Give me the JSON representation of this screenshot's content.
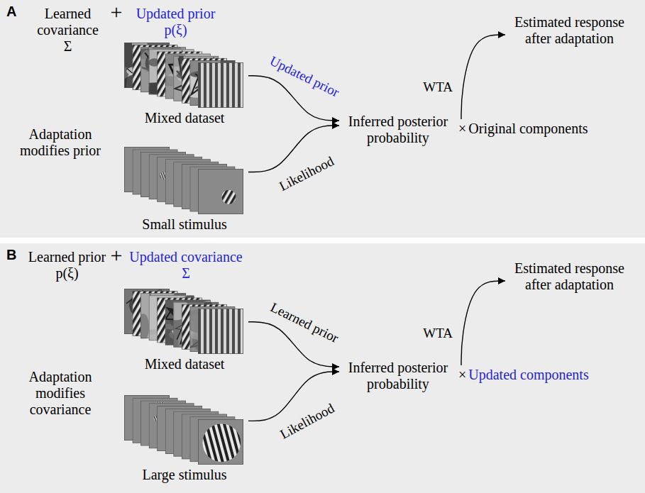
{
  "diagram": {
    "nodes": [
      {
        "text": [
          "A"
        ]
      },
      {
        "text": [
          "Mixed dataset"
        ],
        "in": 0
      },
      {
        "text": [
          "Small stimulus"
        ],
        "in": 0
      },
      {
        "text": [
          "Inferred posterior probability"
        ],
        "in": 0
      },
      {
        "text": [
          "×",
          "Original components"
        ],
        "in": 0
      },
      {
        "text": [
          "Estimated response after adaptation"
        ],
        "in": 0
      },
      {
        "text": [
          "B"
        ]
      },
      {
        "text": [
          "Mixed dataset"
        ],
        "in": 6
      },
      {
        "text": [
          "Large stimulus"
        ],
        "in": 6
      },
      {
        "text": [
          "Inferred posterior probability"
        ],
        "in": 6
      },
      {
        "text": [
          "×",
          "Updated components"
        ],
        "in": 6
      },
      {
        "text": [
          "Estimated response after adaptation"
        ],
        "in": 6
      }
    ],
    "edges": [
      {
        "from": 1,
        "to": 3,
        "arrow": "to",
        "label": "Updated prior"
      },
      {
        "from": 2,
        "to": 3,
        "arrow": "to",
        "label": "Likelihood"
      },
      {
        "from": 4,
        "to": 5,
        "arrow": "to",
        "label": "WTA"
      },
      {
        "from": 7,
        "to": 9,
        "arrow": "to",
        "label": "Learned prior"
      },
      {
        "from": 8,
        "to": 9,
        "arrow": "to",
        "label": "Likelihood"
      },
      {
        "from": 10,
        "to": 11,
        "arrow": "to",
        "label": "WTA"
      }
    ],
    "labels": [
      "Learned covariance Σ",
      "+",
      "Updated prior p(ξ)",
      "Adaptation modifies prior",
      "Learned prior p(ξ)",
      "+",
      "Updated covariance Σ",
      "Adaptation modifies covariance"
    ]
  }
}
